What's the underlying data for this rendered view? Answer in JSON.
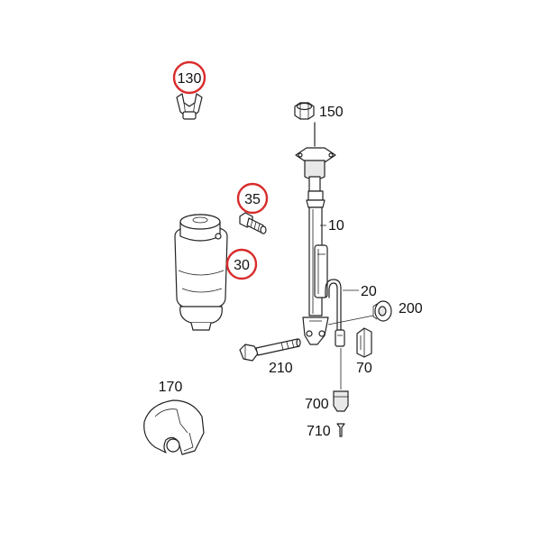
{
  "highlight_color": "#d92b2b",
  "labels": {
    "p130": "130",
    "p150": "150",
    "p35": "35",
    "p10": "10",
    "p30": "30",
    "p20": "20",
    "p200": "200",
    "p210": "210",
    "p70": "70",
    "p170": "170",
    "p700": "700",
    "p710": "710"
  }
}
